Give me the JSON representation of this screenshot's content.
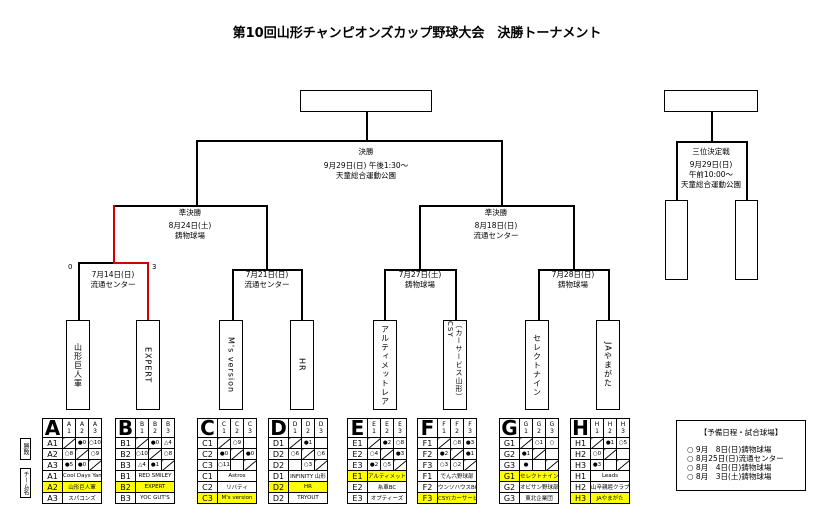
{
  "title": "第10回山形チャンピオンズカップ野球大会　決勝トーナメント",
  "final": {
    "name": "決勝",
    "date": "9月29日(日) 午後1:30～",
    "venue": "天童総合運動公園"
  },
  "third": {
    "name": "三位決定戦",
    "date": "9月29日(日)",
    "time": "午前10:00～",
    "venue": "天童総合運動公園"
  },
  "semis": [
    {
      "name": "準決勝",
      "date": "8月24日(土)",
      "venue": "鋳物球場"
    },
    {
      "name": "準決勝",
      "date": "8月18日(日)",
      "venue": "流通センター"
    }
  ],
  "quarters": [
    {
      "date": "7月14日(日)",
      "venue": "流通センター",
      "score_left": "0",
      "score_right": "3"
    },
    {
      "date": "7月21日(日)",
      "venue": "流通センター"
    },
    {
      "date": "7月27日(土)",
      "venue": "鋳物球場"
    },
    {
      "date": "7月28日(日)",
      "venue": "鋳物球場"
    }
  ],
  "bracket_teams": [
    "山形巨人軍",
    "EXPERT",
    "M's version",
    "HR",
    "アルティメットレア",
    "（カーサービス山形）CSY",
    "セレクトナイン",
    "JAやまがた"
  ],
  "winner_color": "#d00000",
  "highlight_color": "#ffff00",
  "legend": {
    "results": "勝敗",
    "teams": "チーム名"
  },
  "groups": [
    {
      "letter": "A",
      "cols": [
        "A\n1",
        "A\n2",
        "A\n3"
      ],
      "rows": [
        {
          "label": "A1",
          "r": [
            "",
            "●0",
            "○10"
          ]
        },
        {
          "label": "A2",
          "r": [
            "○8",
            "",
            "○9"
          ]
        },
        {
          "label": "A3",
          "r": [
            "●5",
            "●0",
            ""
          ]
        }
      ],
      "teams": [
        {
          "label": "A1",
          "name": "Cool Days Yamagata",
          "hl": false
        },
        {
          "label": "A2",
          "name": "山形巨人軍",
          "hl": true
        },
        {
          "label": "A3",
          "name": "スパコンズ",
          "hl": false
        }
      ]
    },
    {
      "letter": "B",
      "cols": [
        "B\n1",
        "B\n2",
        "B\n3"
      ],
      "rows": [
        {
          "label": "B1",
          "r": [
            "",
            "●0",
            "△4"
          ]
        },
        {
          "label": "B2",
          "r": [
            "○10",
            "",
            "○8"
          ]
        },
        {
          "label": "B3",
          "r": [
            "△4",
            "●1",
            ""
          ]
        }
      ],
      "teams": [
        {
          "label": "B1",
          "name": "RED SMILEY",
          "hl": false
        },
        {
          "label": "B2",
          "name": "EXPERT",
          "hl": true
        },
        {
          "label": "B3",
          "name": "YOC GUT'S",
          "hl": false
        }
      ]
    },
    {
      "letter": "C",
      "cols": [
        "C\n1",
        "C\n2",
        "C\n3"
      ],
      "rows": [
        {
          "label": "C1",
          "r": [
            "",
            "○9",
            ""
          ]
        },
        {
          "label": "C2",
          "r": [
            "●0",
            "",
            "●0"
          ]
        },
        {
          "label": "C3",
          "r": [
            "○11",
            "",
            ""
          ]
        }
      ],
      "teams": [
        {
          "label": "C1",
          "name": "Astros",
          "hl": false
        },
        {
          "label": "C2",
          "name": "リバティ",
          "hl": false
        },
        {
          "label": "C3",
          "name": "M's version",
          "hl": true
        }
      ]
    },
    {
      "letter": "D",
      "cols": [
        "D\n1",
        "D\n2",
        "D\n3"
      ],
      "rows": [
        {
          "label": "D1",
          "r": [
            "",
            "●1",
            ""
          ]
        },
        {
          "label": "D2",
          "r": [
            "○6",
            "",
            "○6"
          ]
        },
        {
          "label": "D2",
          "r": [
            "",
            "○3",
            ""
          ]
        }
      ],
      "teams": [
        {
          "label": "D1",
          "name": "INFINITY 山形",
          "hl": false
        },
        {
          "label": "D2",
          "name": "HR",
          "hl": true
        },
        {
          "label": "D2",
          "name": "TRYOUT",
          "hl": false
        }
      ]
    },
    {
      "letter": "E",
      "cols": [
        "E\n1",
        "E\n2",
        "E\n3"
      ],
      "rows": [
        {
          "label": "E1",
          "r": [
            "",
            "●2",
            "○8"
          ]
        },
        {
          "label": "E2",
          "r": [
            "○4",
            "",
            "●3"
          ]
        },
        {
          "label": "E3",
          "r": [
            "●2",
            "○5",
            ""
          ]
        }
      ],
      "teams": [
        {
          "label": "E1",
          "name": "アルティメット レア",
          "hl": true
        },
        {
          "label": "E2",
          "name": "糸車BC",
          "hl": false
        },
        {
          "label": "E3",
          "name": "オプティーズ",
          "hl": false
        }
      ]
    },
    {
      "letter": "F",
      "cols": [
        "F\n1",
        "F\n2",
        "F\n3"
      ],
      "rows": [
        {
          "label": "F1",
          "r": [
            "",
            "○8",
            "●3"
          ]
        },
        {
          "label": "F2",
          "r": [
            "●2",
            "",
            "●1"
          ]
        },
        {
          "label": "F3",
          "r": [
            "○3",
            "○2",
            ""
          ]
        }
      ],
      "teams": [
        {
          "label": "F1",
          "name": "でん六野球部",
          "hl": false
        },
        {
          "label": "F2",
          "name": "ウンソハウスBC",
          "hl": false
        },
        {
          "label": "F3",
          "name": "CSY(カーサービス山形)",
          "hl": true
        }
      ]
    },
    {
      "letter": "G",
      "cols": [
        "G\n1",
        "G\n2",
        "G\n3"
      ],
      "rows": [
        {
          "label": "G1",
          "r": [
            "",
            "○1",
            "○"
          ]
        },
        {
          "label": "G2",
          "r": [
            "●1",
            "",
            ""
          ]
        },
        {
          "label": "G3",
          "r": [
            "●",
            "",
            ""
          ]
        }
      ],
      "teams": [
        {
          "label": "G1",
          "name": "セレクトナイン",
          "hl": true
        },
        {
          "label": "G2",
          "name": "オビサン野球部",
          "hl": false
        },
        {
          "label": "G3",
          "name": "東北企業団",
          "hl": false
        }
      ]
    },
    {
      "letter": "H",
      "cols": [
        "H\n1",
        "H\n2",
        "H\n3"
      ],
      "rows": [
        {
          "label": "H1",
          "r": [
            "",
            "●1",
            "○5"
          ]
        },
        {
          "label": "H2",
          "r": [
            "○0",
            "",
            ""
          ]
        },
        {
          "label": "H3",
          "r": [
            "●3",
            "",
            ""
          ]
        }
      ],
      "teams": [
        {
          "label": "H1",
          "name": "Leads",
          "hl": false
        },
        {
          "label": "H2",
          "name": "山辛親睦クラブ",
          "hl": false
        },
        {
          "label": "H3",
          "name": "JAやまがた",
          "hl": true
        }
      ]
    }
  ],
  "notes": {
    "heading": "【予備日程・試合球場】",
    "items": [
      "○ 9月　8日(日)鋳物球場",
      "○ 8月25日(日)流通センター",
      "○ 8月　4日(日)鋳物球場",
      "○ 8月　3日(土)鋳物球場"
    ]
  }
}
